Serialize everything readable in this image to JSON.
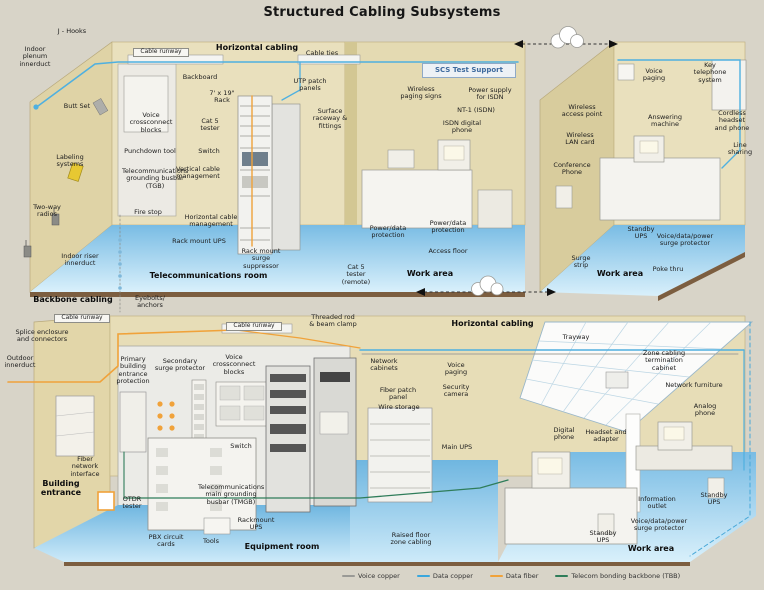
{
  "title": "Structured Cabling Subsystems",
  "sign": {
    "text": "SCS Test Support"
  },
  "colors": {
    "background": "#d8d4c8",
    "wall_tan": "#e9e0bd",
    "wall_tan_dark": "#dfd3a6",
    "floor_blue": "#8cc6e8",
    "floor_blue_light": "#d9f0fb",
    "floor_edge_brown": "#7c5e40",
    "voice_copper": "#9a9a96",
    "data_copper": "#3aa7dd",
    "data_fiber": "#f0a23a",
    "tbb_green": "#2f7d5a"
  },
  "headers": {
    "horizontal_cabling_top": "Horizontal cabling",
    "telecom_room": "Telecommunications room",
    "work_area_top": "Work area",
    "work_area_right": "Work area",
    "backbone_cabling": "Backbone cabling",
    "horizontal_cabling_bottom": "Horizontal cabling",
    "building_entrance": "Building entrance",
    "equipment_room": "Equipment room",
    "work_area_bottom": "Work area"
  },
  "labels": {
    "j_hooks": "J - Hooks",
    "indoor_plenum_innerduct": "Indoor plenum innerduct",
    "cable_runway_1": "Cable runway",
    "cable_ties": "Cable ties",
    "backboard": "Backboard",
    "rack_7x19": "7' x 19\" Rack",
    "utp_patch_panels": "UTP patch panels",
    "butt_set": "Butt Set",
    "voice_crossconnect_blocks_1": "Voice crossconnect blocks",
    "cat5_tester": "Cat 5 tester",
    "surface_raceway": "Surface raceway & fittings",
    "switch_1": "Switch",
    "punchdown_tool": "Punchdown tool",
    "labeling_systems": "Labeling systems",
    "vertical_cable_mgmt": "Vertical cable management",
    "tgb": "Telecommunications grounding busbar (TGB)",
    "two_way_radios": "Two-way radios",
    "fire_stop": "Fire stop",
    "horizontal_cable_mgmt": "Horizontal cable management",
    "rack_mount_ups": "Rack mount UPS",
    "indoor_riser_innerduct": "Indoor riser innerduct",
    "rack_mount_surge": "Rack mount surge suppressor",
    "wireless_paging_signs": "Wireless paging signs",
    "power_supply_isdn": "Power supply for ISDN",
    "nt1_isdn": "NT-1 (ISDN)",
    "isdn_digital_phone": "ISDN digital phone",
    "power_data_protection_1": "Power/data protection",
    "power_data_protection_2": "Power/data protection",
    "access_floor": "Access floor",
    "cat5_tester_remote": "Cat 5 tester (remote)",
    "voice_paging_1": "Voice paging",
    "key_telephone_system": "Key telephone system",
    "wireless_access_point": "Wireless access point",
    "answering_machine": "Answering machine",
    "cordless_headset_phone": "Cordless headset and phone",
    "wireless_lan_card": "Wireless LAN card",
    "line_sharing": "Line sharing",
    "conference_phone": "Conference Phone",
    "standby_ups_1": "Standby UPS",
    "vdp_surge_protector_1": "Voice/data/power surge protector",
    "surge_strip": "Surge strip",
    "poke_thru": "Poke thru",
    "eyebolts_anchors": "Eyebolts/ anchors",
    "cable_runway_2": "Cable runway",
    "splice_enclosure": "Splice enclosure and connectors",
    "outdoor_innerduct": "Outdoor innerduct",
    "cable_runway_3": "Cable runway",
    "threaded_rod": "Threaded rod & beam clamp",
    "trayway": "Trayway",
    "zone_cabling_cabinet": "Zone cabling termination cabinet",
    "primary_bep": "Primary building entrance protection",
    "secondary_surge": "Secondary surge protector",
    "voice_crossconnect_blocks_2": "Voice crossconnect blocks",
    "network_cabinets": "Network cabinets",
    "voice_paging_2": "Voice paging",
    "fiber_patch_panel": "Fiber patch panel",
    "security_camera": "Security camera",
    "wire_storage": "Wire storage",
    "network_furniture": "Network furniture",
    "analog_phone": "Analog phone",
    "switch_2": "Switch",
    "main_ups": "Main UPS",
    "digital_phone": "Digital phone",
    "headset_adapter": "Headset and adapter",
    "fiber_network_interface": "Fiber network interface",
    "otdr_tester": "OTDR tester",
    "tmgb": "Telecommunications main grounding busbar (TMGB)",
    "pbx_circuit_cards": "PBX circuit cards",
    "tools": "Tools",
    "rackmount_ups_2": "Rackmount UPS",
    "raised_floor_zone": "Raised floor zone cabling",
    "information_outlet": "Information outlet",
    "vdp_surge_protector_2": "Voice/data/power surge protector",
    "standby_ups_2": "Standby UPS",
    "standby_ups_3": "Standby UPS",
    "work_area_label": "Work area"
  },
  "legend": [
    {
      "label": "Voice copper",
      "color": "#9a9a96"
    },
    {
      "label": "Data copper",
      "color": "#3aa7dd"
    },
    {
      "label": "Data fiber",
      "color": "#f0a23a"
    },
    {
      "label": "Telecom bonding backbone (TBB)",
      "color": "#2f7d5a"
    }
  ]
}
